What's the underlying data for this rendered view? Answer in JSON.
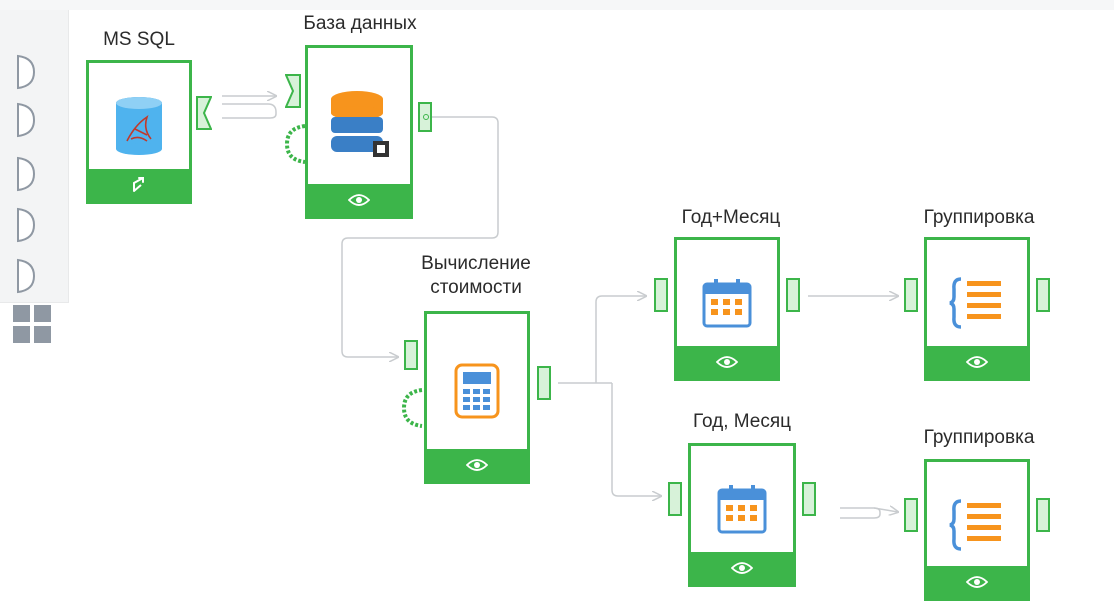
{
  "palette": {
    "items": [
      {
        "icon": "half-circle-icon"
      },
      {
        "icon": "half-circle-icon"
      },
      {
        "icon": "half-circle-icon"
      },
      {
        "icon": "half-circle-icon"
      },
      {
        "icon": "half-circle-icon"
      }
    ],
    "grid_icon": "grid-icon"
  },
  "nodes": {
    "mssql": {
      "label": "MS SQL",
      "icon": "sql-server-database-icon",
      "footer_icon": "import-arrow-icon"
    },
    "database": {
      "label": "База данных",
      "icon": "database-stack-icon",
      "footer_icon": "eye-icon"
    },
    "calc": {
      "label": "Вычисление стоимости",
      "icon": "calculator-icon",
      "footer_icon": "eye-icon"
    },
    "yearmonth1": {
      "label": "Год+Месяц",
      "icon": "calendar-icon",
      "footer_icon": "eye-icon"
    },
    "group1": {
      "label": "Группировка",
      "icon": "grouping-brace-list-icon",
      "footer_icon": "eye-icon"
    },
    "yearmonth2": {
      "label": "Год, Месяц",
      "icon": "calendar-icon",
      "footer_icon": "eye-icon"
    },
    "group2": {
      "label": "Группировка",
      "icon": "grouping-brace-list-icon",
      "footer_icon": "eye-icon"
    }
  },
  "colors": {
    "node_green": "#3cb54a",
    "port_fill": "#d7f2d9",
    "wire": "#c9cccf",
    "palette_icon": "#8f98a3",
    "orange": "#f7941d",
    "blue": "#4a90d9"
  }
}
